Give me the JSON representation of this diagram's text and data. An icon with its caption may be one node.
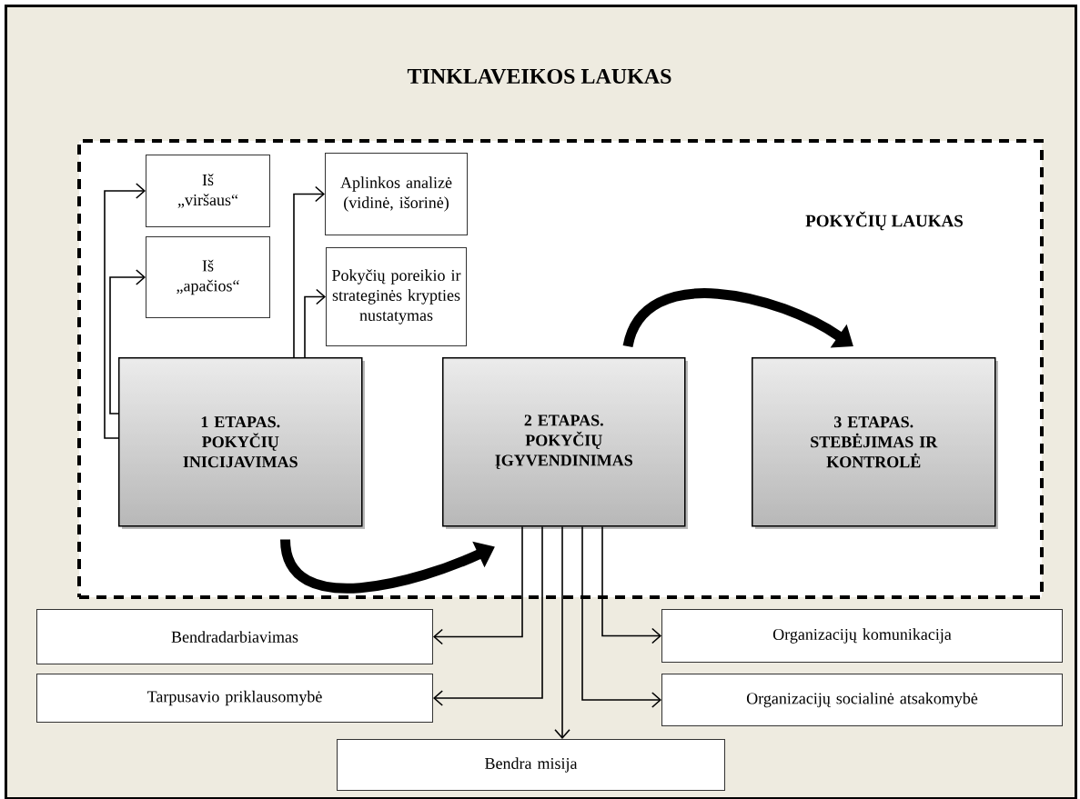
{
  "diagram": {
    "nodes": [
      {
        "text": [
          "TINKLAVEIKOS LAUKAS"
        ]
      },
      {
        "text": [
          "POKYČIŲ LAUKAS"
        ],
        "in": 0
      },
      {
        "text": [
          "Iš „viršaus“"
        ],
        "in": 1
      },
      {
        "text": [
          "Iš „apačios“"
        ],
        "in": 1
      },
      {
        "text": [
          "Aplinkos analizė (vidinė, išorinė)"
        ],
        "in": 1
      },
      {
        "text": [
          "Pokyčių poreikio ir strateginės krypties nustatymas"
        ],
        "in": 1
      },
      {
        "text": [
          "1 ETAPAS. POKYČIŲ INICIJAVIMAS"
        ],
        "in": 1
      },
      {
        "text": [
          "2 ETAPAS. POKYČIŲ ĮGYVENDINIMAS"
        ],
        "in": 1
      },
      {
        "text": [
          "3 ETAPAS. STEBĖJIMAS IR KONTROLĖ"
        ],
        "in": 1
      },
      {
        "text": [
          "Bendradarbiavimas"
        ],
        "in": 0
      },
      {
        "text": [
          "Organizacijų komunikacija"
        ],
        "in": 0
      },
      {
        "text": [
          "Tarpusavio priklausomybė"
        ],
        "in": 0
      },
      {
        "text": [
          "Organizacijų socialinė atsakomybė"
        ],
        "in": 0
      },
      {
        "text": [
          "Bendra misija"
        ],
        "in": 0
      }
    ],
    "edges": [
      {
        "from": 6,
        "to": 2,
        "arrow": "to"
      },
      {
        "from": 6,
        "to": 3,
        "arrow": "to"
      },
      {
        "from": 6,
        "to": 4,
        "arrow": "to"
      },
      {
        "from": 6,
        "to": 5,
        "arrow": "to"
      },
      {
        "from": 6,
        "to": 7,
        "arrow": "to",
        "style": "thick"
      },
      {
        "from": 7,
        "to": 8,
        "arrow": "to",
        "style": "thick"
      },
      {
        "from": 7,
        "to": 9,
        "arrow": "to"
      },
      {
        "from": 7,
        "to": 11,
        "arrow": "to"
      },
      {
        "from": 7,
        "to": 13,
        "arrow": "to"
      },
      {
        "from": 7,
        "to": 12,
        "arrow": "to"
      },
      {
        "from": 7,
        "to": 10,
        "arrow": "to"
      }
    ]
  }
}
